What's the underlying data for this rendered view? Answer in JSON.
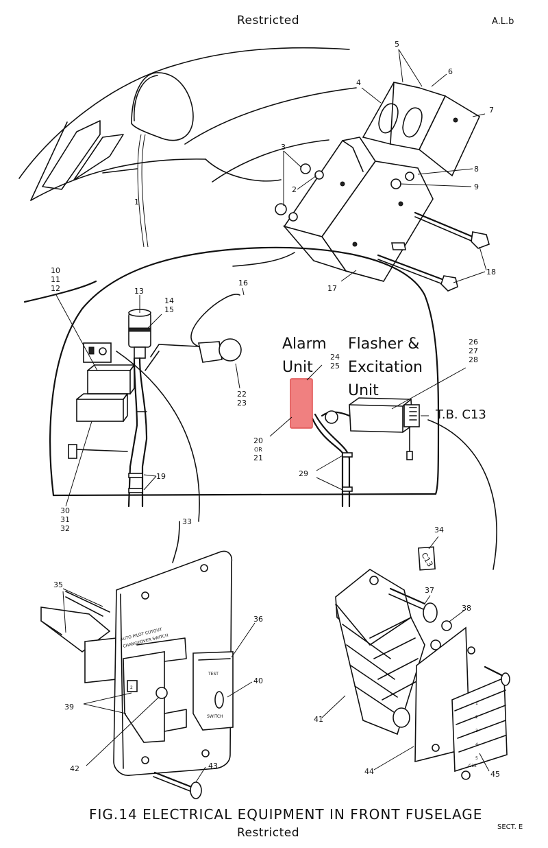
{
  "header": {
    "classification_top": "Restricted",
    "doc_ref": "A.L.b"
  },
  "highlight": {
    "color": "#f08080",
    "border_color": "#e05050"
  },
  "overlay_labels": {
    "alarm_unit": [
      "Alarm",
      "Unit"
    ],
    "flasher_unit": [
      "Flasher &",
      "Excitation",
      "Unit"
    ],
    "terminal_block": "T.B. C13"
  },
  "callouts": {
    "c1": "1",
    "c2": "2",
    "c3": "3",
    "c4": "4",
    "c5": "5",
    "c6": "6",
    "c7": "7",
    "c8": "8",
    "c9": "9",
    "c10_12": [
      "10",
      "11",
      "12"
    ],
    "c13": "13",
    "c14_15": [
      "14",
      "15"
    ],
    "c16": "16",
    "c17": "17",
    "c18": "18",
    "c19": "19",
    "c20_21": [
      "20",
      "OR",
      "21"
    ],
    "c22_23": [
      "22",
      "23"
    ],
    "c24_25": [
      "24",
      "25"
    ],
    "c26_28": [
      "26",
      "27",
      "28"
    ],
    "c29": "29",
    "c30_32": [
      "30",
      "31",
      "32"
    ],
    "c33": "33",
    "c34": "34",
    "c35": "35",
    "c36": "36",
    "c37": "37",
    "c38": "38",
    "c39": "39",
    "c40": "40",
    "c41": "41",
    "c42": "42",
    "c43": "43",
    "c44": "44",
    "c45": "45"
  },
  "tag_c13": "C13",
  "panel_text": {
    "switch_label_1": "AUTO PILOT CUTOUT",
    "switch_label_2": "CHANGEOVER SWITCH",
    "test_switch_1": "TEST",
    "test_switch_2": "SWITCH",
    "switch_tab": "2",
    "tb_numbers": [
      "1",
      "2",
      "3",
      "4",
      "5"
    ],
    "tb_tag": "C13"
  },
  "footer": {
    "caption": "FIG.14  ELECTRICAL  EQUIPMENT  IN  FRONT  FUSELAGE",
    "classification_bottom": "Restricted",
    "section": "SECT. E"
  }
}
